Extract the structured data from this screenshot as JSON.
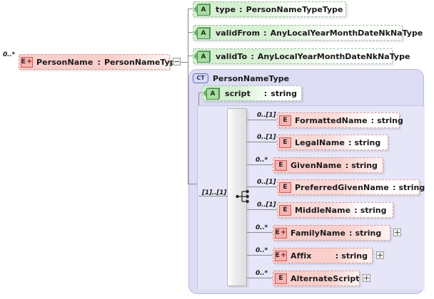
{
  "diagram": {
    "kind": "xsd-schema-diagram",
    "root": {
      "icon": "element-expandable-icon",
      "icon_label": "E",
      "name": "PersonName",
      "separator": ":",
      "type": "PersonNameType",
      "cardinality": "0..*",
      "toggle": "collapse-toggle",
      "toggle_symbol": "-"
    },
    "attributes": [
      {
        "icon_label": "A",
        "name": "type",
        "separator": ":",
        "type": "PersonNameTypeType"
      },
      {
        "icon_label": "A",
        "name": "validFrom",
        "separator": ":",
        "type": "AnyLocalYearMonthDateNkNaType"
      },
      {
        "icon_label": "A",
        "name": "validTo",
        "separator": ":",
        "type": "AnyLocalYearMonthDateNkNaType"
      }
    ],
    "complex_type": {
      "icon_label": "CT",
      "name": "PersonNameType",
      "attribute": {
        "icon_label": "A",
        "name": "script",
        "separator": ":",
        "type": "string"
      },
      "compositor": {
        "kind": "sequence",
        "cardinality": "[1]..[1]"
      },
      "elements": [
        {
          "icon_label": "E",
          "expandable": false,
          "name": "FormattedName",
          "separator": ":",
          "type": "string",
          "cardinality": "0..[1]",
          "toggle": null
        },
        {
          "icon_label": "E",
          "expandable": false,
          "name": "LegalName",
          "separator": ":",
          "type": "string",
          "cardinality": "0..[1]",
          "toggle": null
        },
        {
          "icon_label": "E",
          "expandable": false,
          "name": "GivenName",
          "separator": ":",
          "type": "string",
          "cardinality": "0..*",
          "toggle": null
        },
        {
          "icon_label": "E",
          "expandable": false,
          "name": "PreferredGivenName",
          "separator": ":",
          "type": "string",
          "cardinality": "0..[1]",
          "toggle": null
        },
        {
          "icon_label": "E",
          "expandable": false,
          "name": "MiddleName",
          "separator": ":",
          "type": "string",
          "cardinality": "0..[1]",
          "toggle": null
        },
        {
          "icon_label": "E",
          "expandable": true,
          "name": "FamilyName",
          "separator": ":",
          "type": "string",
          "cardinality": "0..*",
          "toggle": "+"
        },
        {
          "icon_label": "E",
          "expandable": true,
          "name": "Affix",
          "separator": ":",
          "type": "string",
          "cardinality": "0..*",
          "toggle": "+"
        },
        {
          "icon_label": "E",
          "expandable": false,
          "name": "AlternateScript",
          "separator": "",
          "type": "",
          "cardinality": "0..*",
          "toggle": "+"
        }
      ]
    },
    "colors": {
      "element_fill": "#f9d9d6",
      "element_icon": "#f6b3b0",
      "attribute_fill": "#d6f0d2",
      "attribute_icon": "#a8dca4",
      "complextype_fill": "#dcdcf4",
      "complextype_icon": "#d9d9f3",
      "connector_line": "#8a8a8a"
    }
  }
}
